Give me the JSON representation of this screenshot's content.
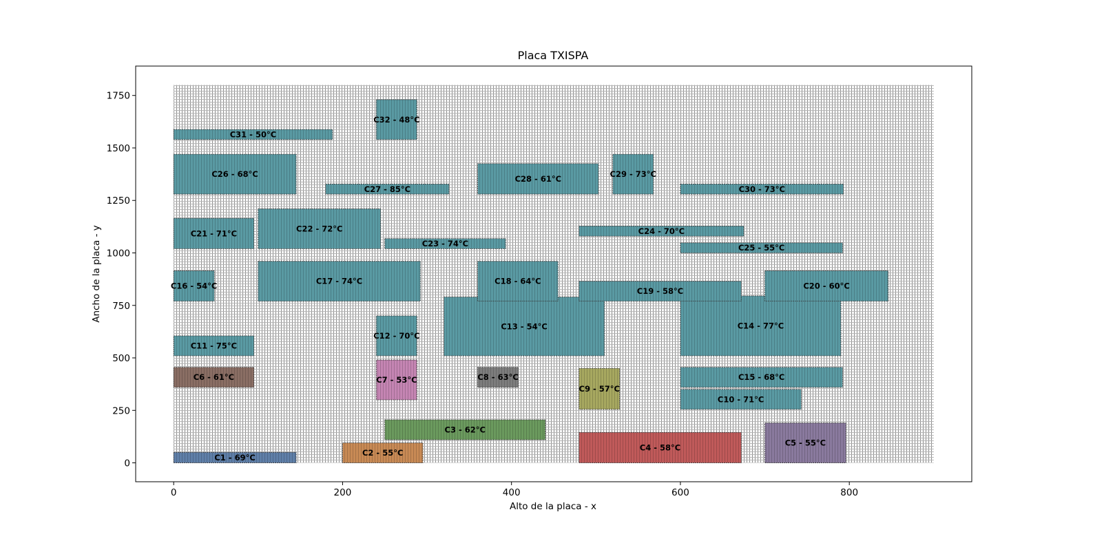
{
  "chart_data": {
    "type": "heatmap",
    "title": "Placa TXISPA",
    "xlabel": "Alto de la placa - x",
    "ylabel": "Ancho de la placa - y",
    "xlim": [
      -45,
      945
    ],
    "ylim": [
      -90,
      1890
    ],
    "x_ticks": [
      0,
      200,
      400,
      600,
      800
    ],
    "y_ticks": [
      0,
      250,
      500,
      750,
      1000,
      1250,
      1500,
      1750
    ],
    "grid": false,
    "board": {
      "x0": 0,
      "y0": 0,
      "x1": 900,
      "y1": 1800,
      "hatch_color": "#7f7f7f"
    },
    "colors": {
      "C1": "#5f7fa8",
      "C2": "#c88a55",
      "C3": "#6b9a5e",
      "C4": "#c05a5a",
      "C5": "#8a7a9e",
      "C6": "#8a6e64",
      "C7": "#c585b3",
      "C8": "#7d7d7d",
      "C9": "#a7a860",
      "teal": "#5a9aa3"
    },
    "components": [
      {
        "label": "C1 - 69°C",
        "x": 0,
        "y": 0,
        "w": 145,
        "h": 50,
        "color": "#5f7fa8"
      },
      {
        "label": "C2 - 55°C",
        "x": 200,
        "y": 0,
        "w": 95,
        "h": 95,
        "color": "#c88a55"
      },
      {
        "label": "C3 - 62°C",
        "x": 250,
        "y": 110,
        "w": 190,
        "h": 95,
        "color": "#6b9a5e"
      },
      {
        "label": "C4 - 58°C",
        "x": 480,
        "y": 0,
        "w": 192,
        "h": 145,
        "color": "#c05a5a"
      },
      {
        "label": "C5 - 55°C",
        "x": 700,
        "y": 0,
        "w": 96,
        "h": 190,
        "color": "#8a7a9e"
      },
      {
        "label": "C6 - 61°C",
        "x": 0,
        "y": 360,
        "w": 95,
        "h": 95,
        "color": "#8a6e64"
      },
      {
        "label": "C7 - 53°C",
        "x": 240,
        "y": 300,
        "w": 48,
        "h": 190,
        "color": "#c585b3"
      },
      {
        "label": "C8 - 63°C",
        "x": 360,
        "y": 360,
        "w": 48,
        "h": 95,
        "color": "#7d7d7d"
      },
      {
        "label": "C9 - 57°C",
        "x": 480,
        "y": 255,
        "w": 48,
        "h": 195,
        "color": "#a7a860"
      },
      {
        "label": "C10 - 71°C",
        "x": 600,
        "y": 255,
        "w": 143,
        "h": 95,
        "color": "#5a9aa3"
      },
      {
        "label": "C11 - 75°C",
        "x": 0,
        "y": 510,
        "w": 95,
        "h": 95,
        "color": "#5a9aa3"
      },
      {
        "label": "C12 - 70°C",
        "x": 240,
        "y": 510,
        "w": 48,
        "h": 190,
        "color": "#5a9aa3"
      },
      {
        "label": "C13 - 54°C",
        "x": 320,
        "y": 510,
        "w": 190,
        "h": 280,
        "color": "#5a9aa3"
      },
      {
        "label": "C14 - 77°C",
        "x": 600,
        "y": 510,
        "w": 190,
        "h": 285,
        "color": "#5a9aa3"
      },
      {
        "label": "C15 - 68°C",
        "x": 600,
        "y": 360,
        "w": 192,
        "h": 95,
        "color": "#5a9aa3"
      },
      {
        "label": "C16 - 54°C",
        "x": 0,
        "y": 770,
        "w": 48,
        "h": 145,
        "color": "#5a9aa3"
      },
      {
        "label": "C17 - 74°C",
        "x": 100,
        "y": 770,
        "w": 192,
        "h": 190,
        "color": "#5a9aa3"
      },
      {
        "label": "C18 - 64°C",
        "x": 360,
        "y": 770,
        "w": 95,
        "h": 190,
        "color": "#5a9aa3"
      },
      {
        "label": "C19 - 58°C",
        "x": 480,
        "y": 770,
        "w": 192,
        "h": 95,
        "color": "#5a9aa3"
      },
      {
        "label": "C20 - 60°C",
        "x": 700,
        "y": 770,
        "w": 146,
        "h": 145,
        "color": "#5a9aa3"
      },
      {
        "label": "C21 - 71°C",
        "x": 0,
        "y": 1020,
        "w": 95,
        "h": 145,
        "color": "#5a9aa3"
      },
      {
        "label": "C22 - 72°C",
        "x": 100,
        "y": 1020,
        "w": 145,
        "h": 190,
        "color": "#5a9aa3"
      },
      {
        "label": "C23 - 74°C",
        "x": 250,
        "y": 1020,
        "w": 143,
        "h": 48,
        "color": "#5a9aa3"
      },
      {
        "label": "C24 - 70°C",
        "x": 480,
        "y": 1080,
        "w": 195,
        "h": 48,
        "color": "#5a9aa3"
      },
      {
        "label": "C25 - 55°C",
        "x": 600,
        "y": 1000,
        "w": 192,
        "h": 48,
        "color": "#5a9aa3"
      },
      {
        "label": "C26 - 68°C",
        "x": 0,
        "y": 1280,
        "w": 145,
        "h": 190,
        "color": "#5a9aa3"
      },
      {
        "label": "C27 - 85°C",
        "x": 180,
        "y": 1280,
        "w": 146,
        "h": 48,
        "color": "#5a9aa3"
      },
      {
        "label": "C28 - 61°C",
        "x": 360,
        "y": 1280,
        "w": 143,
        "h": 145,
        "color": "#5a9aa3"
      },
      {
        "label": "C29 - 73°C",
        "x": 520,
        "y": 1280,
        "w": 48,
        "h": 190,
        "color": "#5a9aa3"
      },
      {
        "label": "C30 - 73°C",
        "x": 600,
        "y": 1280,
        "w": 193,
        "h": 48,
        "color": "#5a9aa3"
      },
      {
        "label": "C31 - 50°C",
        "x": 0,
        "y": 1540,
        "w": 188,
        "h": 48,
        "color": "#5a9aa3"
      },
      {
        "label": "C32 - 48°C",
        "x": 240,
        "y": 1540,
        "w": 48,
        "h": 190,
        "color": "#5a9aa3"
      }
    ]
  }
}
